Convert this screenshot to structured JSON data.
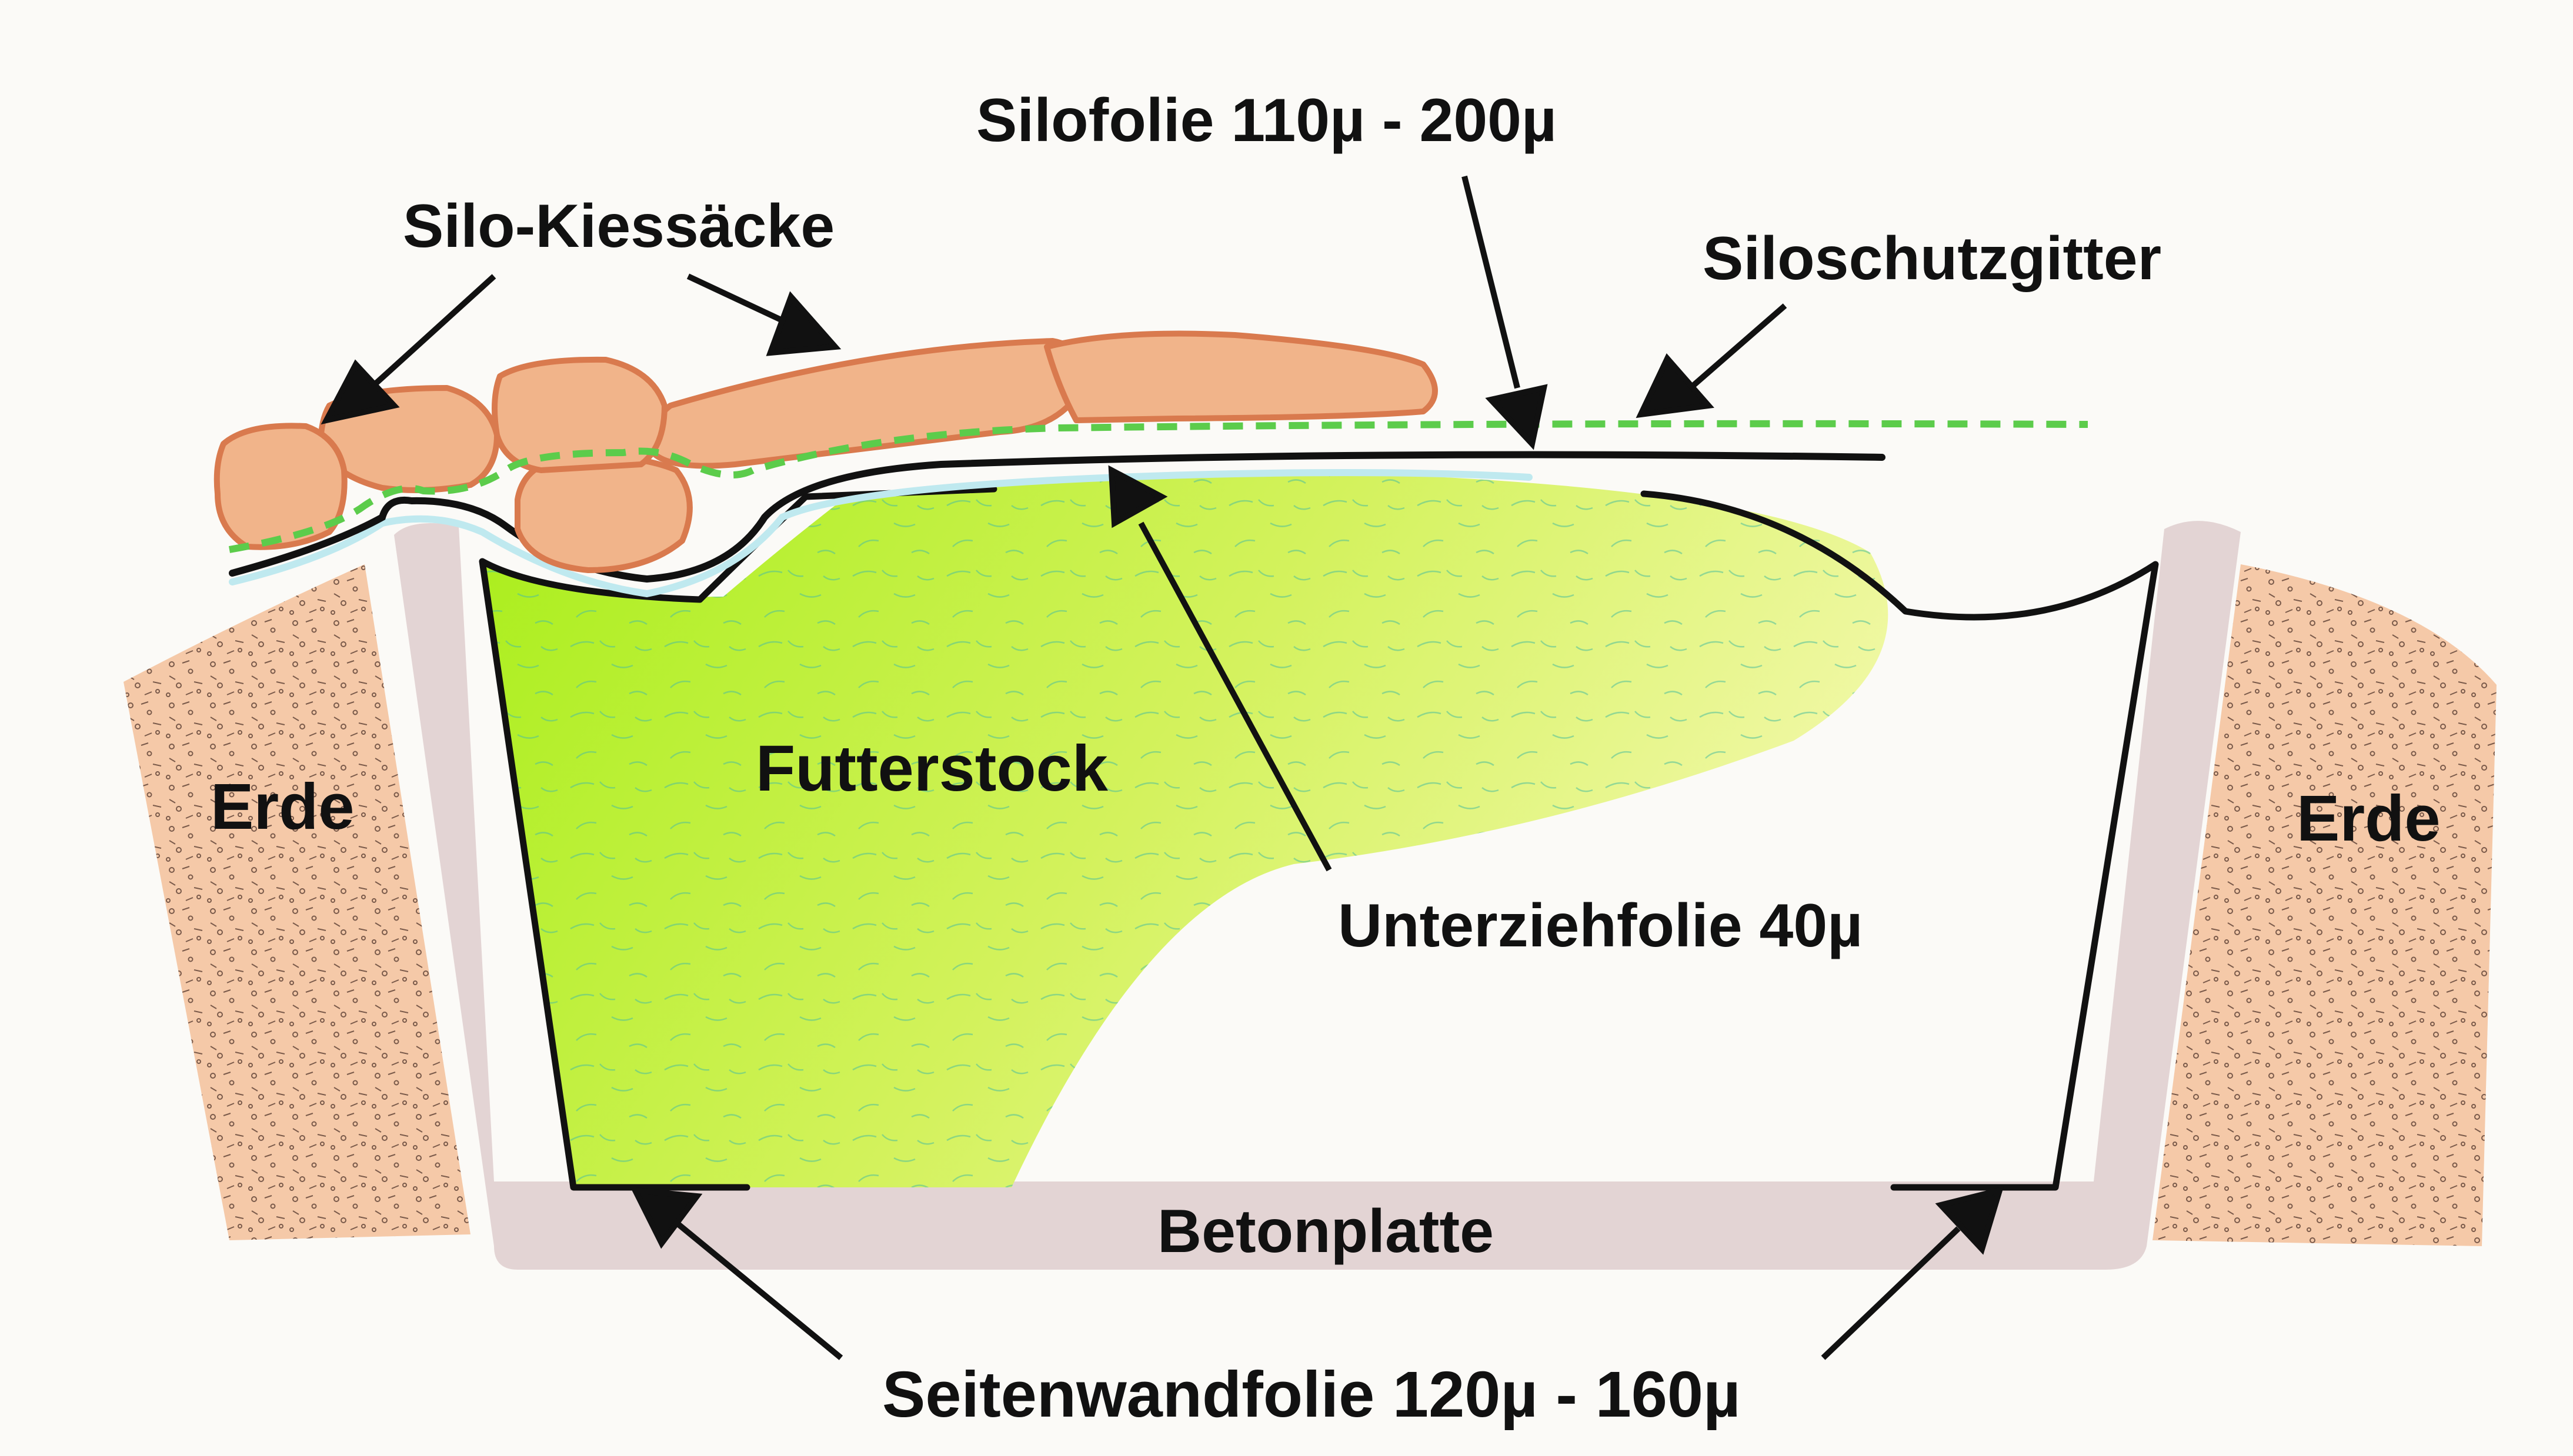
{
  "labels": {
    "silofolie": "Silofolie 110µ - 200µ",
    "silo_kiessaecke": "Silo-Kiessäcke",
    "siloschutzgitter": "Siloschutzgitter",
    "futterstock": "Futterstock",
    "erde_left": "Erde",
    "erde_right": "Erde",
    "unterziehfolie": "Unterziehfolie 40µ",
    "betonplatte": "Betonplatte",
    "seitenwandfolie": "Seitenwandfolie 120µ - 160µ"
  },
  "colors": {
    "background": "#fbfaf7",
    "earth": "#f5c9a8",
    "concrete": "#e3d4d4",
    "gravel_bags": "#f1b48a",
    "gravel_bag_outline": "#d97a4e",
    "feed_stock_dark": "#a9ee1a",
    "feed_stock_light": "#eef79a",
    "underlay_film": "#bfe9ef",
    "protective_net": "#5ccc4b",
    "film": "#111111"
  }
}
